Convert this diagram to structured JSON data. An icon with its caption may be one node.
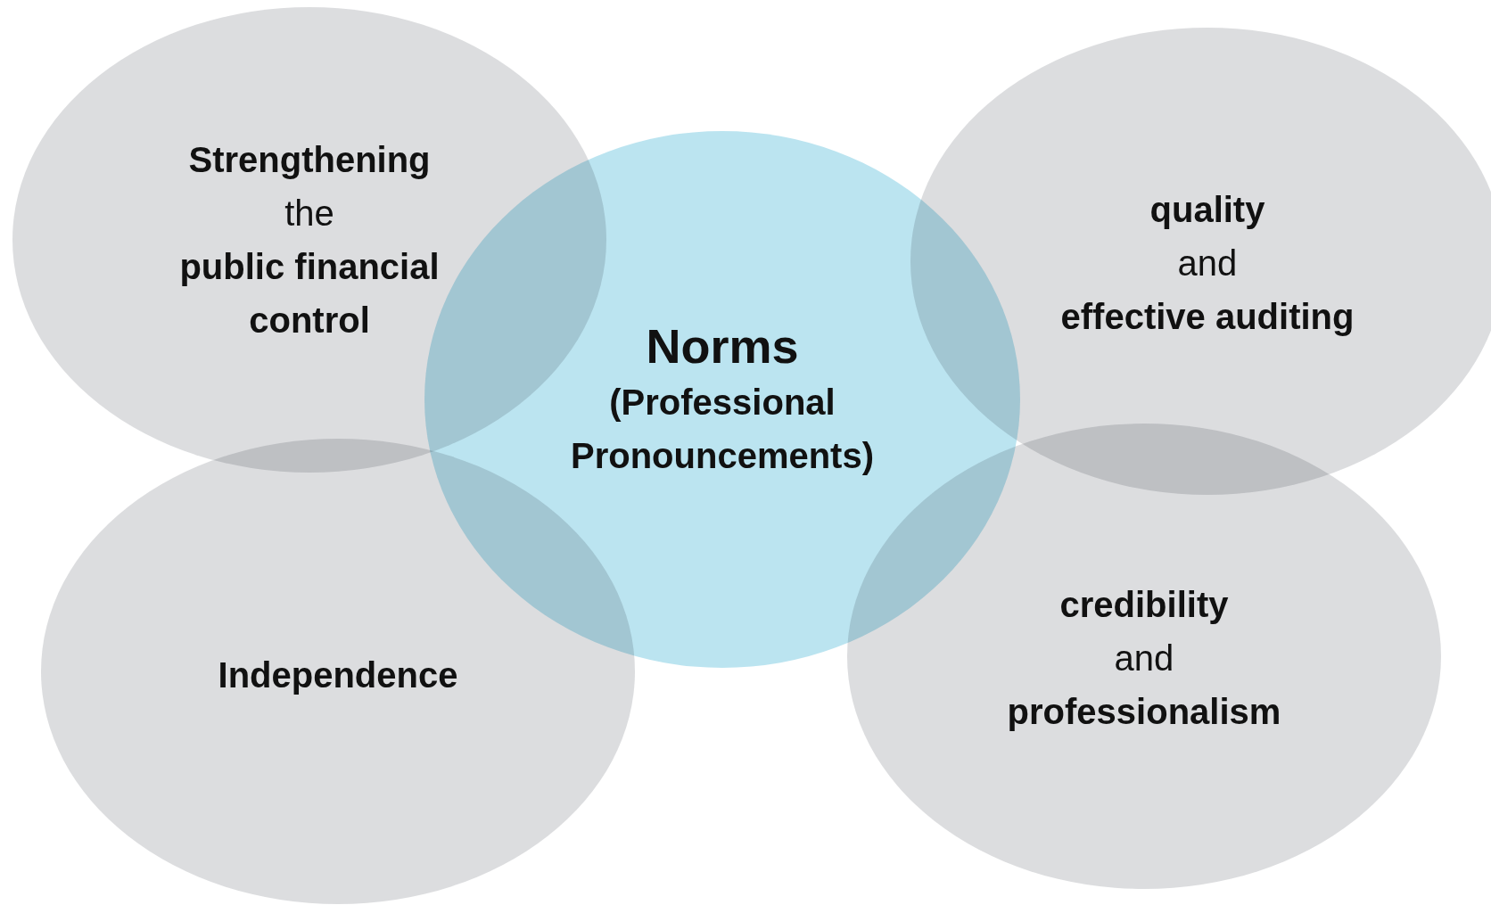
{
  "diagram": {
    "nodes": [
      {
        "text": [
          "**Strengthening** the **public financial control**"
        ]
      },
      {
        "text": [
          "**quality** and **effective auditing**"
        ]
      },
      {
        "text": [
          "Norms",
          "(Professional Pronouncements)"
        ]
      },
      {
        "text": [
          "Independence"
        ]
      },
      {
        "text": [
          "**credibility** and **professionalism**"
        ]
      }
    ],
    "edges": []
  }
}
